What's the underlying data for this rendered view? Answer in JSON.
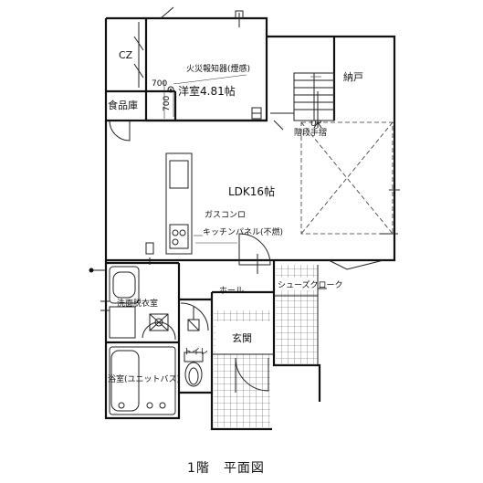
{
  "plan_title": "1階　平面図",
  "rooms": {
    "cz": "CZ",
    "western_room": "洋室4.81帖",
    "pantry": "食品庫",
    "storage": "納戸",
    "ldk": "LDK16帖",
    "washroom": "洗面脱衣室",
    "bath": "浴室(ユニットバス)",
    "toilet": "トイレ",
    "entrance": "玄関",
    "hall": "ホール",
    "shoe_closet": "シューズクローク"
  },
  "annotations": {
    "fire_alarm": "火災報知器(煙感)",
    "dim_700_h": "700",
    "dim_700_v": "700",
    "stair_up": "UP",
    "stair_handrail": "階段手摺",
    "gas_stove": "ガスコンロ",
    "kitchen_panel": "キッチンパネル(不燃)"
  }
}
